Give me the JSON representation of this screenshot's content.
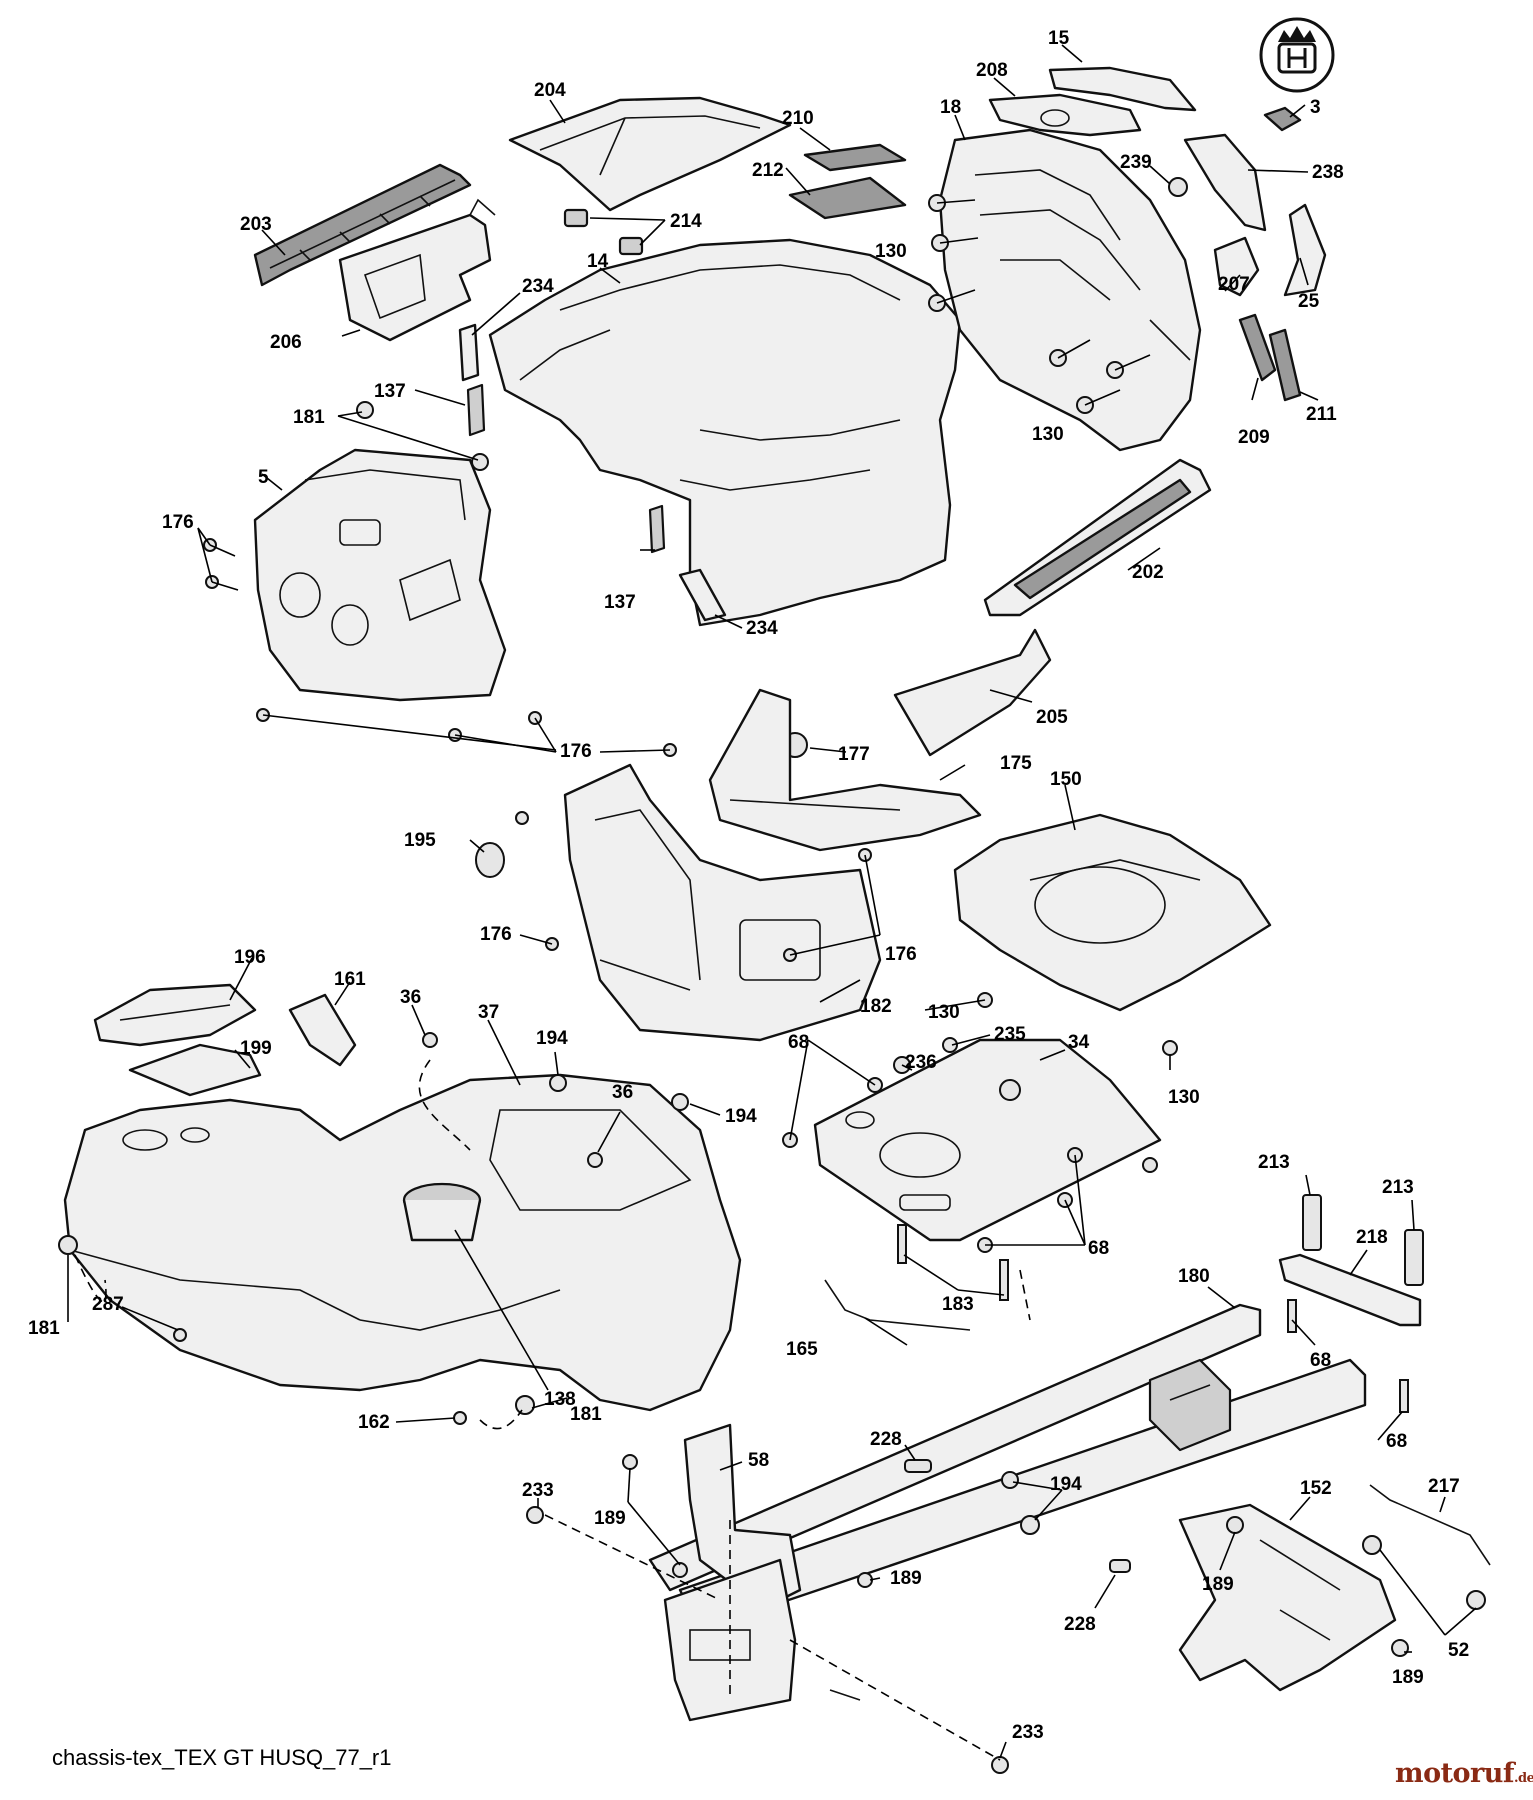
{
  "caption": "chassis-tex_TEX GT HUSQ_77_r1",
  "watermark": {
    "main": "motoruf",
    "suffix": ".de"
  },
  "colors": {
    "line": "#111111",
    "part_fill": "#f0f0f0",
    "grille_fill": "#9a9a9a",
    "watermark": "#8a2a14"
  },
  "logo_icon": "husqvarna-crown-logo",
  "callouts": {
    "c_15": "15",
    "c_208": "208",
    "c_18": "18",
    "c_3": "3",
    "c_204": "204",
    "c_210": "210",
    "c_212": "212",
    "c_214": "214",
    "c_239": "239",
    "c_238": "238",
    "c_203": "203",
    "c_130a": "130",
    "c_25": "25",
    "c_14": "14",
    "c_234a": "234",
    "c_207": "207",
    "c_206": "206",
    "c_137a": "137",
    "c_181a": "181",
    "c_130b": "130",
    "c_209": "209",
    "c_211": "211",
    "c_5": "5",
    "c_176a": "176",
    "c_202": "202",
    "c_137b": "137",
    "c_234b": "234",
    "c_205": "205",
    "c_177": "177",
    "c_176b": "176",
    "c_175": "175",
    "c_150": "150",
    "c_195": "195",
    "c_176c": "176",
    "c_176d": "176",
    "c_196": "196",
    "c_161": "161",
    "c_36a": "36",
    "c_37": "37",
    "c_182": "182",
    "c_130c": "130",
    "c_235": "235",
    "c_199": "199",
    "c_194a": "194",
    "c_68a": "68",
    "c_236": "236",
    "c_34": "34",
    "c_36b": "36",
    "c_130d": "130",
    "c_194b": "194",
    "c_213a": "213",
    "c_213b": "213",
    "c_218": "218",
    "c_68b": "68",
    "c_181b": "181",
    "c_287": "287",
    "c_180": "180",
    "c_183": "183",
    "c_165": "165",
    "c_68c": "68",
    "c_138": "138",
    "c_68d": "68",
    "c_162": "162",
    "c_181c": "181",
    "c_228a": "228",
    "c_58": "58",
    "c_233a": "233",
    "c_194c": "194",
    "c_217": "217",
    "c_189a": "189",
    "c_152": "152",
    "c_189b": "189",
    "c_189c": "189",
    "c_228b": "228",
    "c_52": "52",
    "c_189d": "189",
    "c_233b": "233"
  }
}
